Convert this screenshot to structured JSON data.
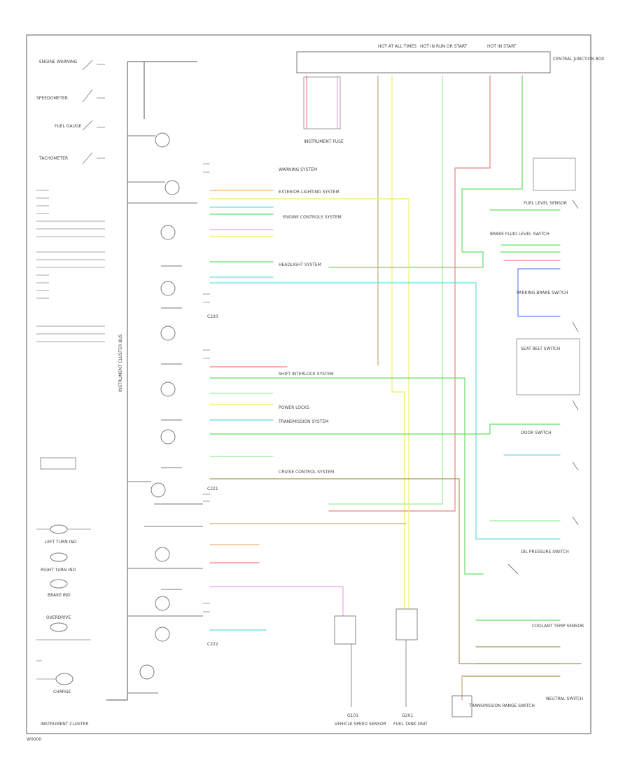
{
  "footer": {
    "title": "INSTRUMENT CLUSTER",
    "code": "W0000"
  },
  "cluster_labels": {
    "engine_warning": "ENGINE WARNING",
    "speedometer": "SPEEDOMETER",
    "fuel_gauge": "FUEL GAUGE",
    "tachometer": "TACHOMETER",
    "left_turn": "LEFT TURN IND",
    "right_turn": "RIGHT TURN IND",
    "brake": "BRAKE IND",
    "overdrive": "OVERDRIVE",
    "charge": "CHARGE"
  },
  "top_labels": {
    "hot_at_all_times": "HOT AT ALL TIMES",
    "hot_in_run": "HOT IN RUN OR START",
    "hot_in_start": "HOT IN START",
    "central_junction_box": "CENTRAL JUNCTION BOX",
    "instrument_fuse": "INSTRUMENT FUSE"
  },
  "right_labels": {
    "fuel_level_sensor": "FUEL LEVEL SENSOR",
    "brake_fluid": "BRAKE FLUID LEVEL SWITCH",
    "parking_brake": "PARKING BRAKE SWITCH",
    "seat_belt": "SEAT BELT SWITCH",
    "door_switch": "DOOR SWITCH",
    "oil_pressure": "OIL PRESSURE SWITCH",
    "neutral_switch": "NEUTRAL SWITCH",
    "coolant_temp": "COOLANT TEMP SENSOR",
    "transmission_switch": "TRANSMISSION RANGE SWITCH"
  },
  "bottom_labels": {
    "speed_sensor": "VEHICLE SPEED SENSOR",
    "fuel_tank_unit": "FUEL TANK UNIT",
    "ground_left": "G101",
    "ground_right": "G201"
  },
  "system_labels": {
    "warning_system": "WARNING SYSTEM",
    "exterior_lighting": "EXTERIOR LIGHTING SYSTEM",
    "engine_controls": "ENGINE CONTROLS SYSTEM",
    "headlight_system": "HEADLIGHT SYSTEM",
    "shift_interlock": "SHIFT INTERLOCK SYSTEM",
    "power_locks": "POWER LOCKS",
    "transmission": "TRANSMISSION SYSTEM",
    "cruise_control": "CRUISE CONTROL SYSTEM"
  },
  "connector_labels": {
    "c1": "C220",
    "c2": "C221",
    "c3": "C222"
  },
  "wire_colors": {
    "red": "#f08080",
    "pink": "#f0a0f0",
    "green": "#66dd66",
    "yellow": "#eeee66",
    "orange": "#f5b070",
    "cyan": "#66dddd",
    "blue": "#6688ee",
    "tan": "#c8a878",
    "lime": "#99ee99",
    "olive": "#a89850"
  }
}
